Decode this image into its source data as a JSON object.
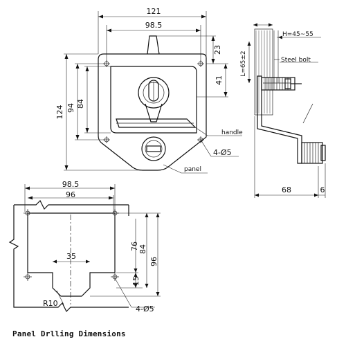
{
  "front_view": {
    "width_total": "121",
    "width_holes": "98.5",
    "height_total": "124",
    "height_94": "94",
    "height_84": "84",
    "dim_23": "23",
    "dim_41": "41",
    "label_handle": "handle",
    "label_panel": "panel",
    "label_holes": "4-Ø5"
  },
  "side_view": {
    "label_h": "H=45~55",
    "label_l": "L=65±2",
    "label_bolt": "Steel bolt",
    "dim_68": "68",
    "dim_6": "6"
  },
  "drilling": {
    "width_holes": "98.5",
    "width_96": "96",
    "width_35": "35",
    "dim_76": "76",
    "dim_84": "84",
    "dim_96": "96",
    "dim_15": "15",
    "label_r10": "R10",
    "label_holes": "4-Ø5"
  },
  "caption": "Panel Drlling Dimensions"
}
